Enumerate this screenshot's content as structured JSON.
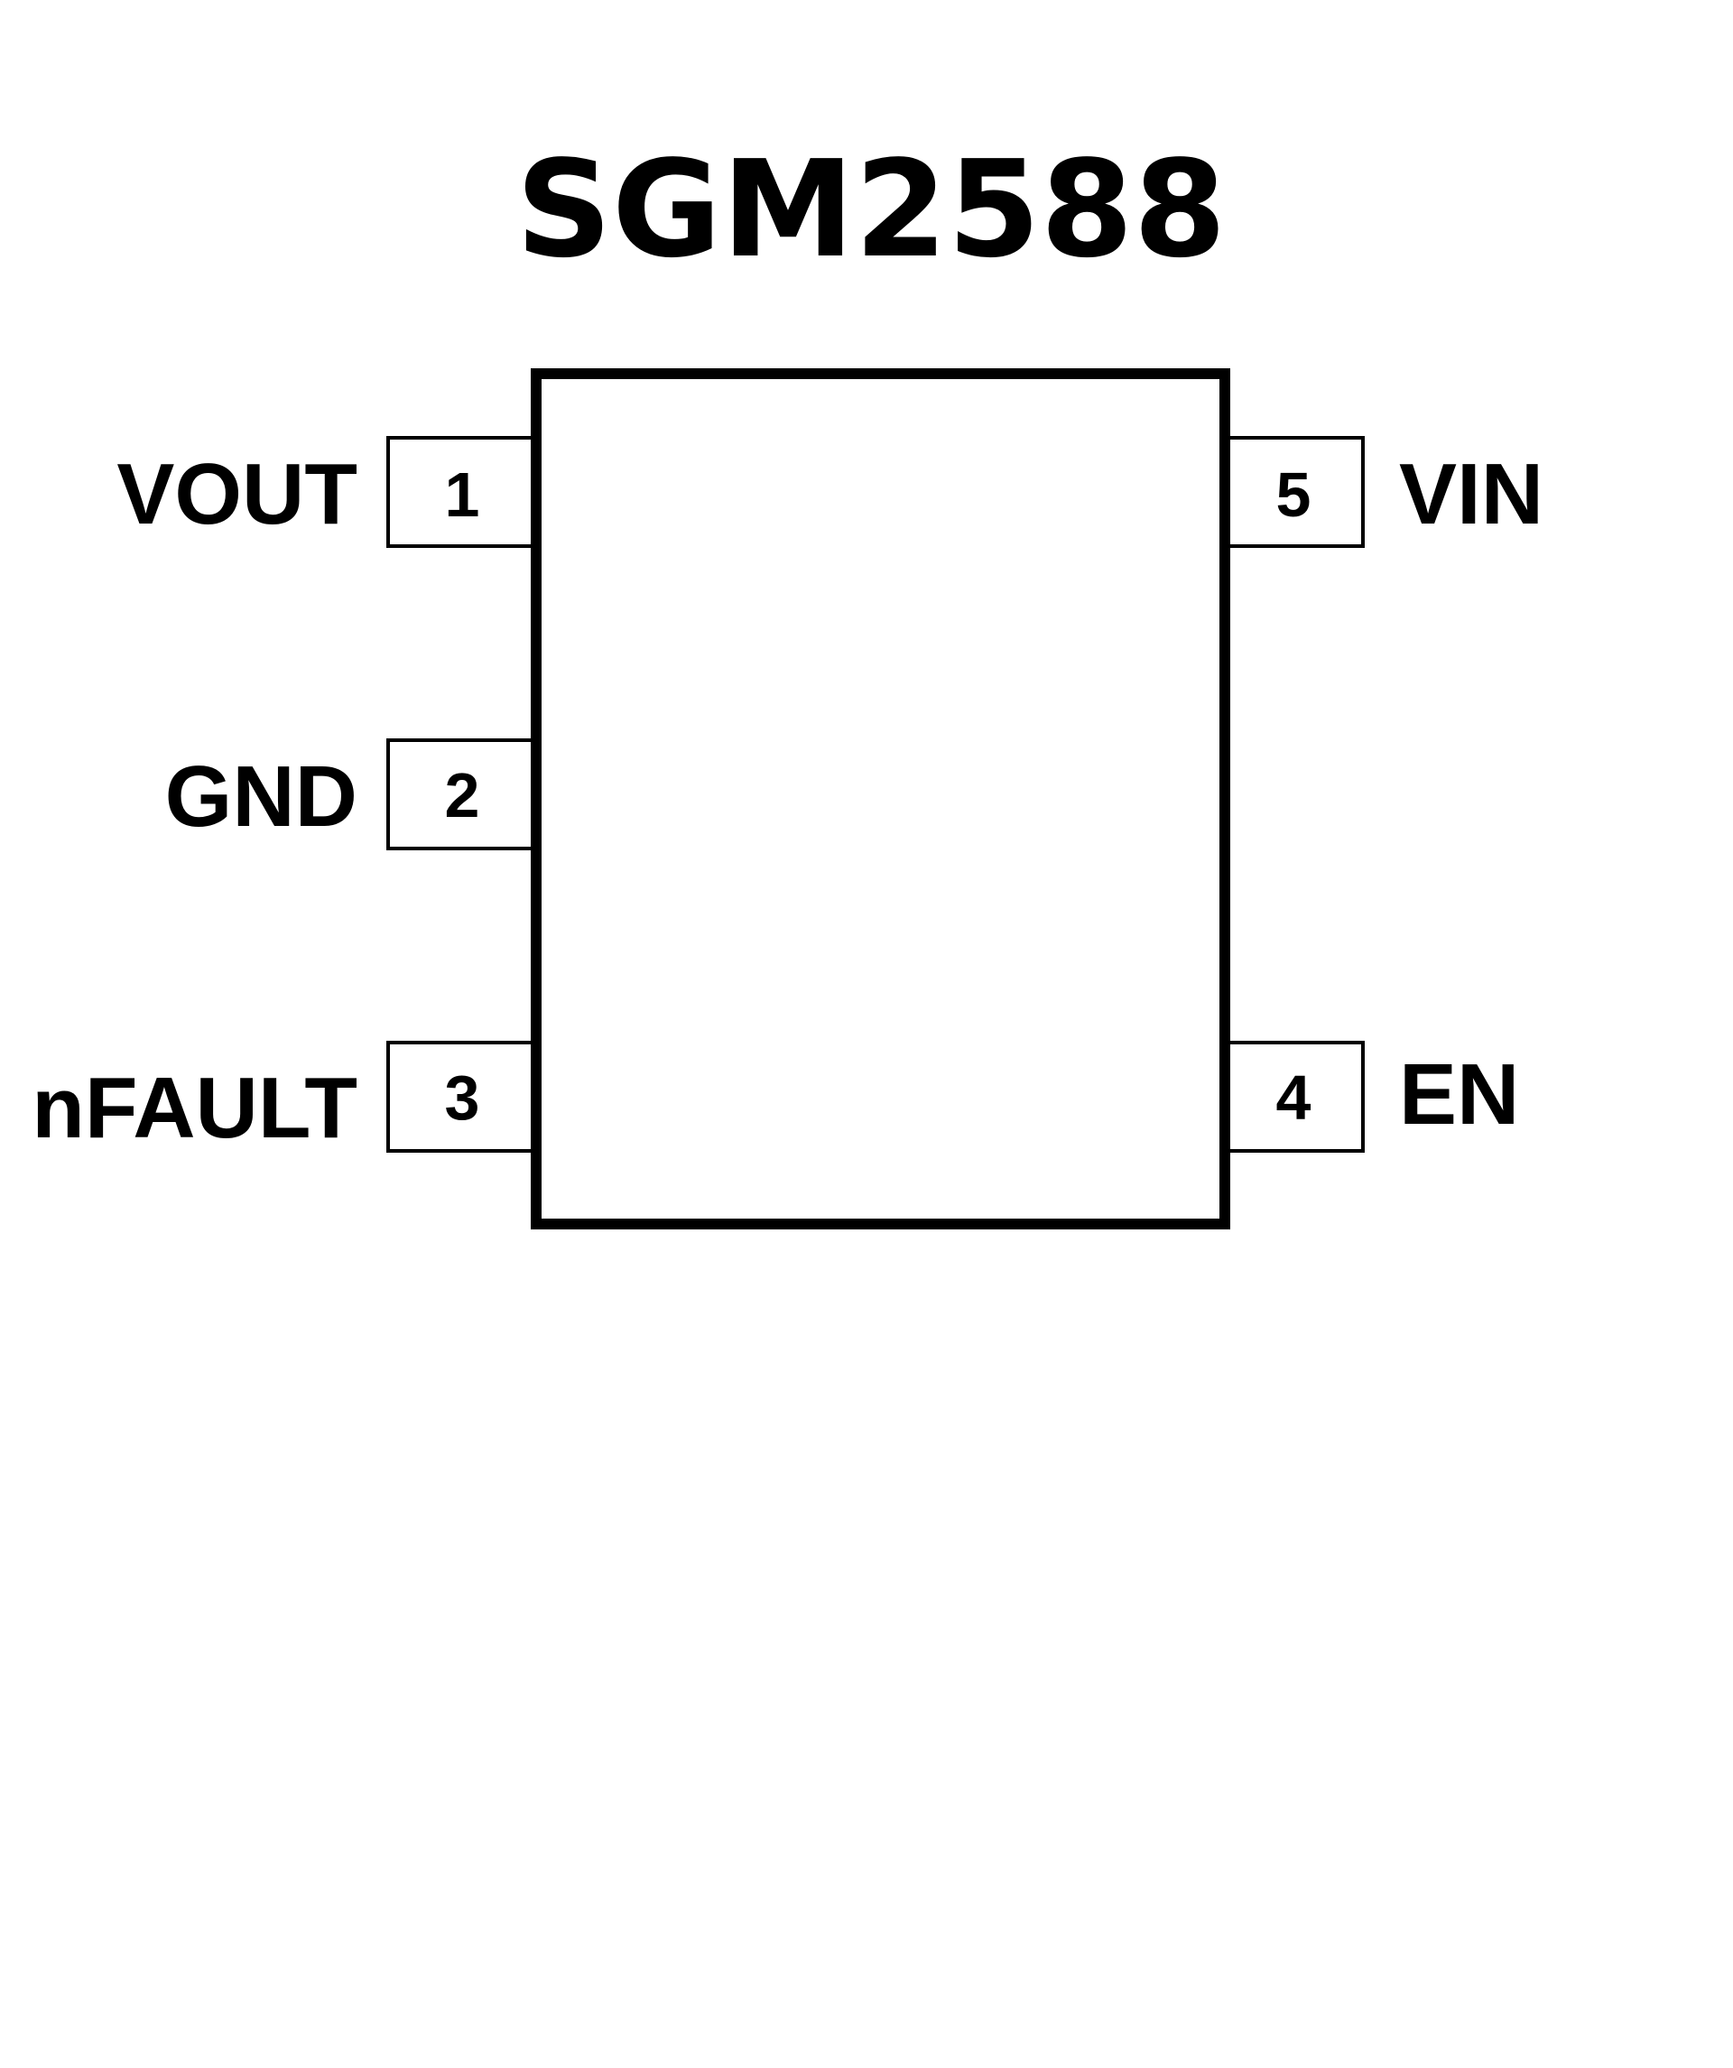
{
  "title": "SGM2588",
  "colors": {
    "stroke": "#000000",
    "background": "#ffffff"
  },
  "pins": {
    "left": [
      {
        "number": "1",
        "name": "VOUT"
      },
      {
        "number": "2",
        "name": "GND"
      },
      {
        "number": "3",
        "name": "nFAULT"
      }
    ],
    "right": [
      {
        "number": "5",
        "name": "VIN"
      },
      {
        "number": "4",
        "name": "EN"
      }
    ]
  }
}
